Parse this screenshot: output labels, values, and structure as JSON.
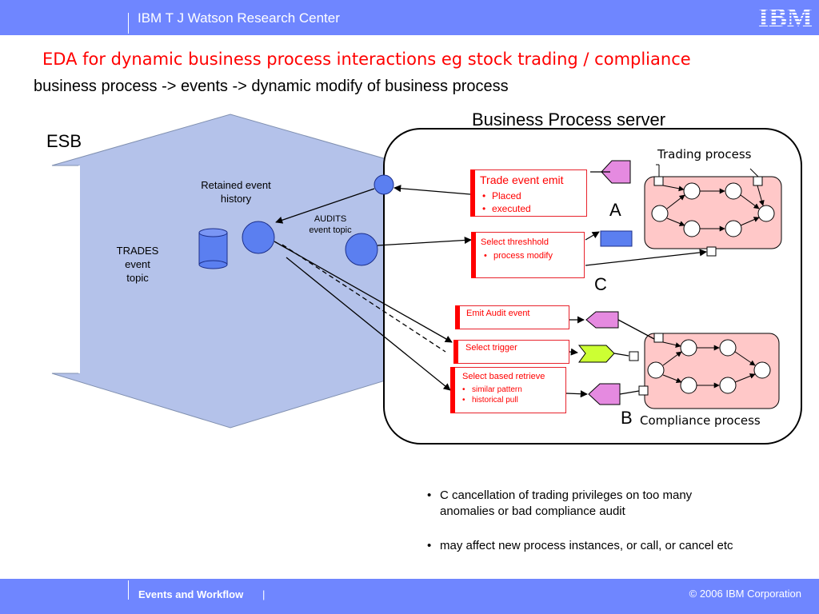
{
  "header": {
    "title": "IBM T J Watson Research Center",
    "logo": "IBM"
  },
  "slide": {
    "title": "EDA for dynamic business process interactions eg stock trading / compliance",
    "subtitle": "business process  ->  events  ->  dynamic modify of business process"
  },
  "esb": {
    "label": "ESB",
    "retained": [
      "Retained  event",
      "history"
    ],
    "trades": [
      "TRADES",
      "event",
      "topic"
    ],
    "audits": [
      "AUDITS",
      "event topic"
    ]
  },
  "bps": {
    "title": "Business Process server",
    "trading_process": "Trading process",
    "compliance_process": "Compliance process",
    "label_a": "A",
    "label_b": "B",
    "label_c": "C"
  },
  "boxes": {
    "trade_emit": {
      "title": "Trade event emit",
      "items": [
        "Placed",
        "executed"
      ]
    },
    "select_threshold": {
      "title": "Select threshhold",
      "items": [
        "process modify"
      ]
    },
    "emit_audit": {
      "title": "Emit Audit event"
    },
    "select_trigger": {
      "title": "Select trigger"
    },
    "select_retrieve": {
      "title": "Select based retrieve",
      "items": [
        "similar pattern",
        "historical pull"
      ]
    }
  },
  "notes": [
    [
      "C  cancellation of trading privileges on too many",
      "anomalies or bad compliance audit"
    ],
    [
      "may affect new process instances,  or call,  or cancel etc"
    ]
  ],
  "footer": {
    "left": "Events and Workflow",
    "separator": "|",
    "right": "© 2006 IBM Corporation"
  },
  "colors": {
    "bar": "#6f86ff",
    "esb_fill": "#b4c2ea",
    "node": "#5b7ff0",
    "process_fill": "#ffc8c8",
    "accent_red": "#ff0000"
  }
}
